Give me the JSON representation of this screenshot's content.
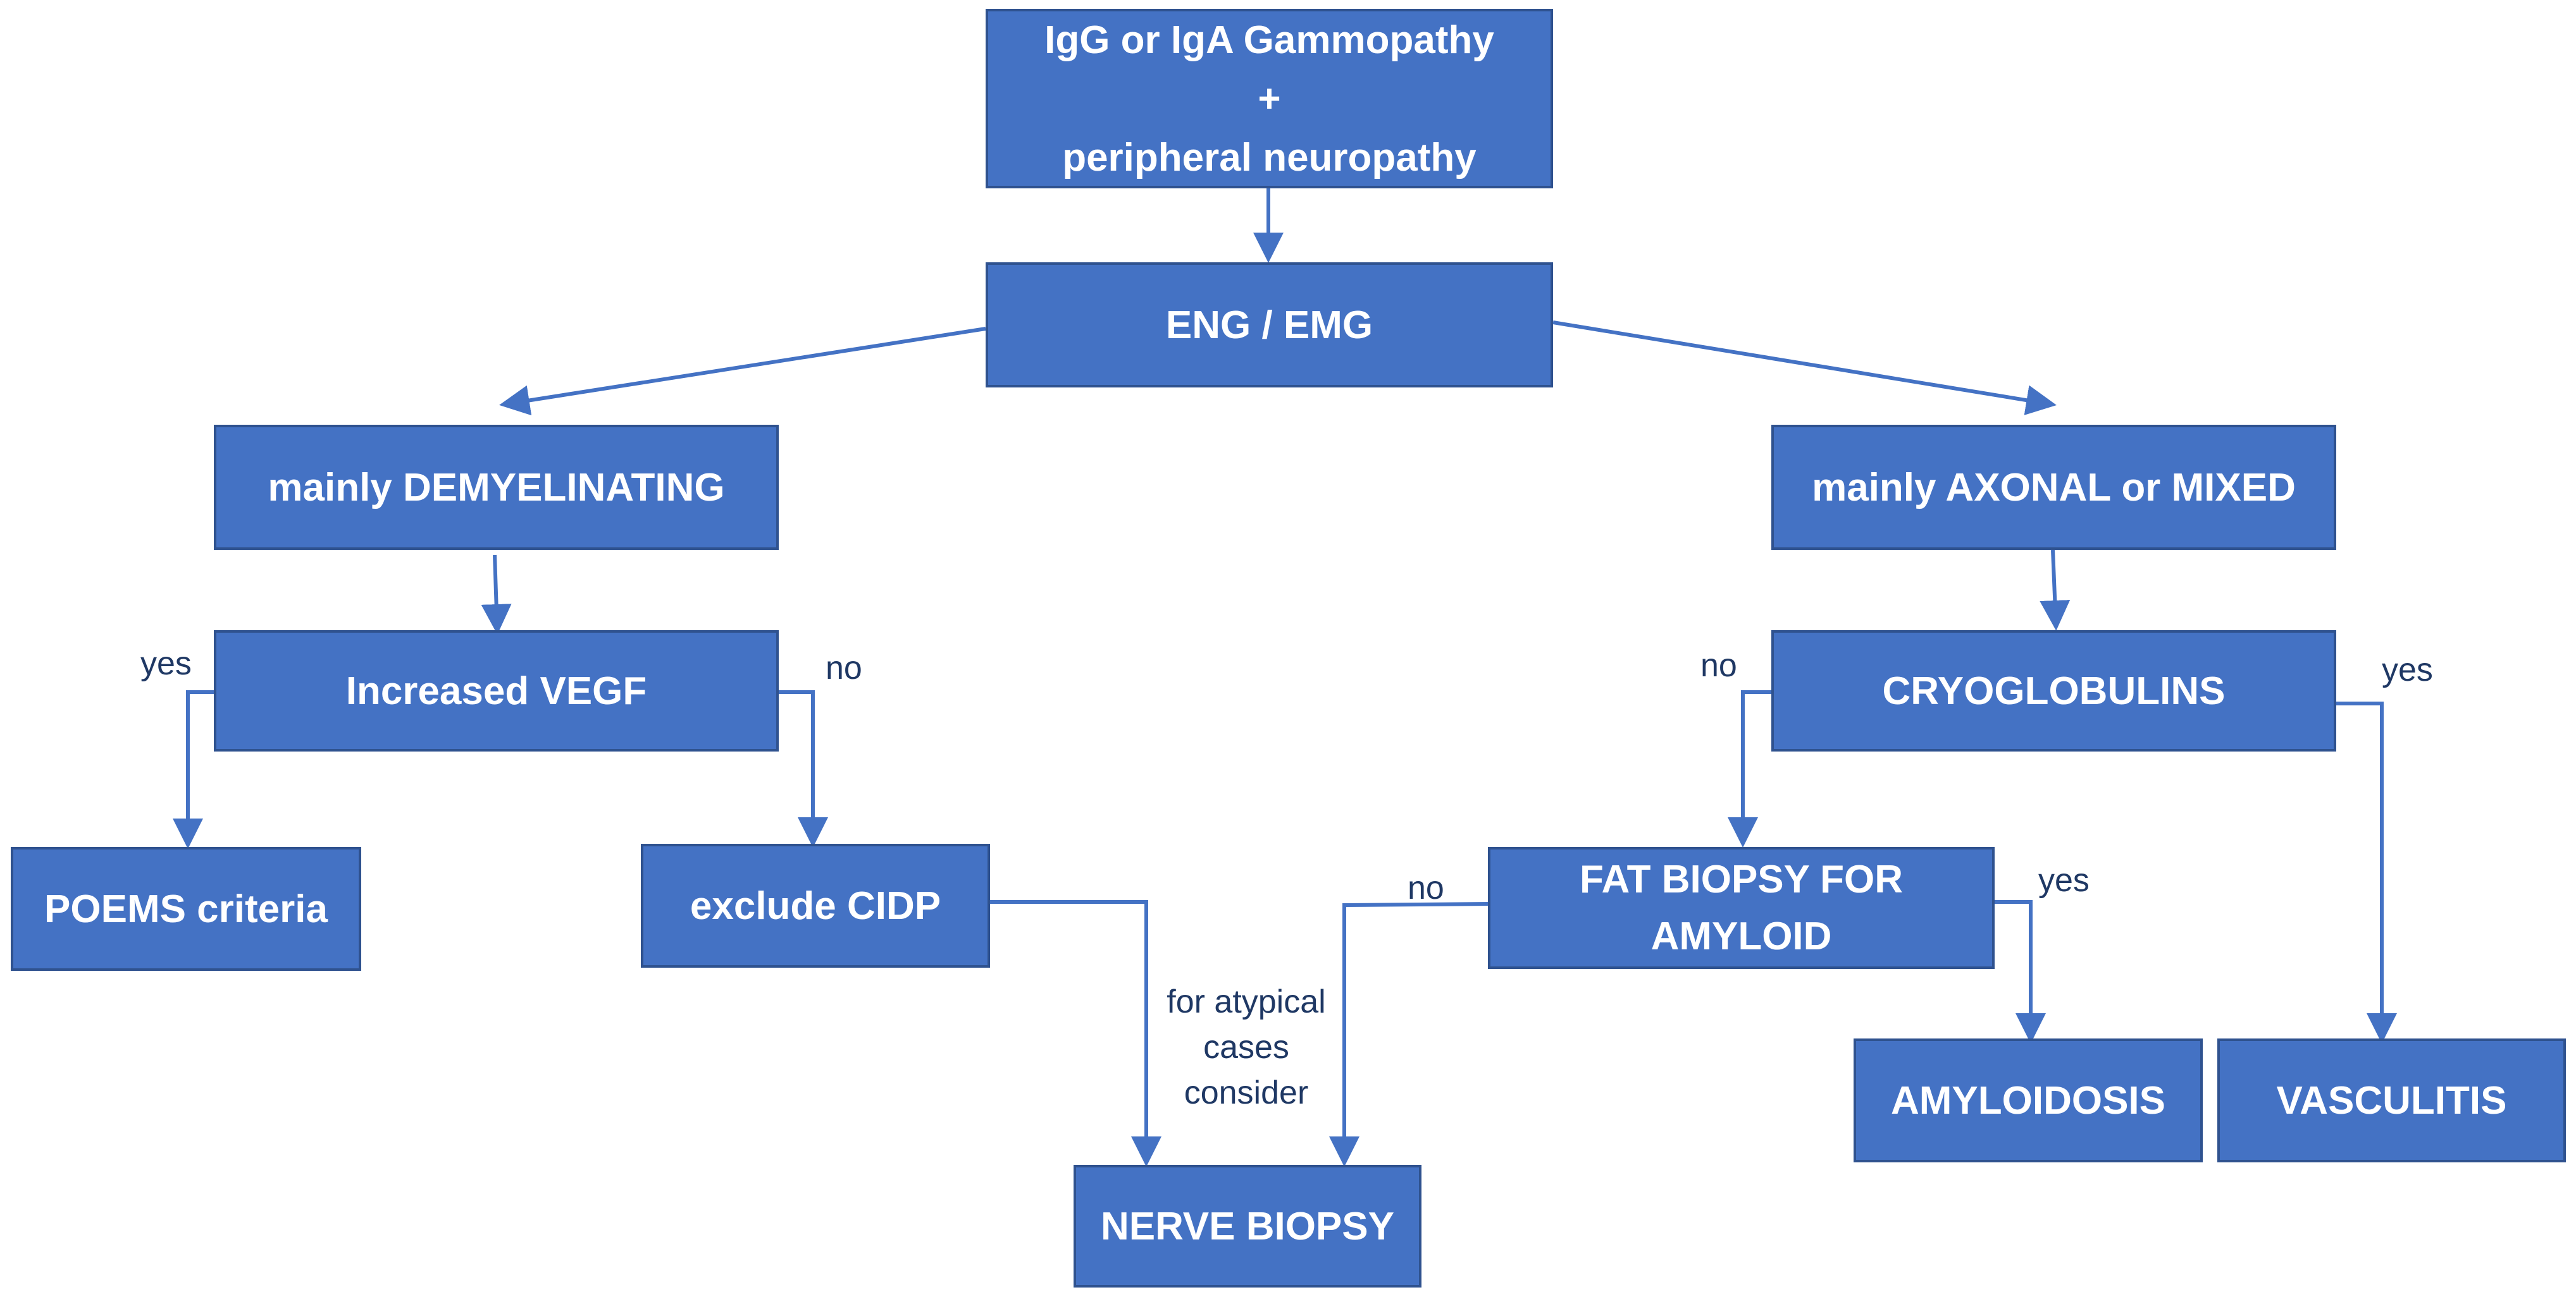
{
  "nodes": {
    "root": [
      "IgG or IgA Gammopathy",
      "+",
      "peripheral neuropathy"
    ],
    "eng_emg": "ENG / EMG",
    "demyelinating": "mainly DEMYELINATING",
    "axonal": "mainly AXONAL or MIXED",
    "vegf": "Increased VEGF",
    "cryo": "CRYOGLOBULINS",
    "poems": "POEMS criteria",
    "cidp": "exclude CIDP",
    "fat_biopsy": [
      "FAT BIOPSY FOR",
      "AMYLOID"
    ],
    "amyloidosis": "AMYLOIDOSIS",
    "vasculitis": "VASCULITIS",
    "nerve_biopsy": "NERVE BIOPSY"
  },
  "edge_labels": {
    "vegf_yes": "yes",
    "vegf_no": "no",
    "cryo_no": "no",
    "cryo_yes": "yes",
    "fat_no": "no",
    "fat_yes": "yes",
    "atypical": [
      "for atypical",
      "cases",
      "consider"
    ]
  },
  "colors": {
    "box_fill": "#4472C4",
    "box_border": "#2F528F",
    "box_text": "#ffffff",
    "label_text": "#1F3864"
  }
}
